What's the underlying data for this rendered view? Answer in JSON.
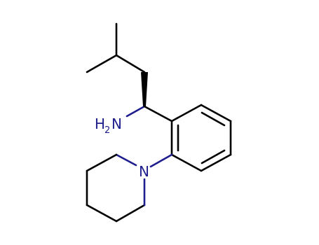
{
  "molecule": {
    "atoms": {
      "amine": {
        "element": "N",
        "label": "H",
        "subscript": "2",
        "suffix": "N"
      },
      "piperidine_n": {
        "label": "N"
      }
    }
  },
  "colors": {
    "bond": "#000000",
    "heteroatom": "#1e1e8f",
    "background": "#ffffff"
  }
}
